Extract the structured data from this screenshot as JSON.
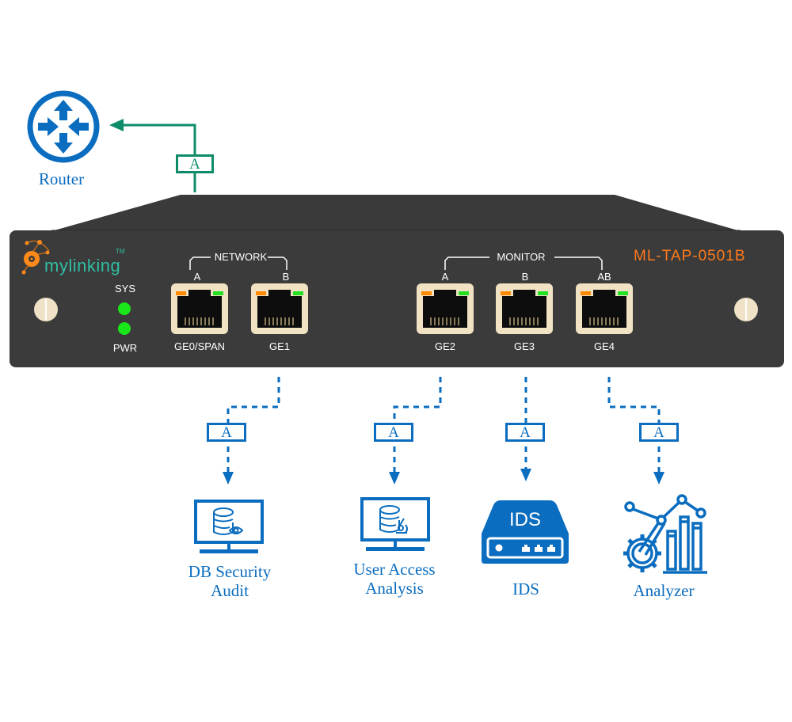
{
  "diagram": {
    "router": {
      "label": "Router",
      "icon": "router-icon",
      "color": "#0a6dbf"
    },
    "uplink": {
      "agg_label": "A",
      "color": "#0e8c6a"
    },
    "device": {
      "brand": "mylinking",
      "trademark": "TM",
      "model": "ML-TAP-0501B",
      "model_color": "#ff7a1a",
      "status_leds": [
        {
          "label": "SYS",
          "state": "on",
          "color": "#19e619"
        },
        {
          "label": "PWR",
          "state": "on",
          "color": "#19e619"
        }
      ],
      "groups": [
        {
          "label": "NETWORK"
        },
        {
          "label": "MONITOR"
        }
      ],
      "ports": [
        {
          "group": "NETWORK",
          "sublabel": "A",
          "name": "GE0/SPAN"
        },
        {
          "group": "NETWORK",
          "sublabel": "B",
          "name": "GE1"
        },
        {
          "group": "MONITOR",
          "sublabel": "A",
          "name": "GE2"
        },
        {
          "group": "MONITOR",
          "sublabel": "B",
          "name": "GE3"
        },
        {
          "group": "MONITOR",
          "sublabel": "AB",
          "name": "GE4"
        }
      ]
    },
    "outputs": [
      {
        "from_port": "GE1",
        "agg_label": "A",
        "label_line1": "DB Security",
        "label_line2": "Audit",
        "icon": "db-monitor-eye-icon"
      },
      {
        "from_port": "GE2",
        "agg_label": "A",
        "label_line1": "User Access",
        "label_line2": "Analysis",
        "icon": "db-monitor-microscope-icon"
      },
      {
        "from_port": "GE3",
        "agg_label": "A",
        "label_line1": "IDS",
        "label_line2": "",
        "icon": "ids-appliance-icon",
        "icon_text": "IDS"
      },
      {
        "from_port": "GE4",
        "agg_label": "A",
        "label_line1": "Analyzer",
        "label_line2": "",
        "icon": "analyzer-gear-chart-icon"
      }
    ],
    "link_color": "#0a6dbf"
  }
}
